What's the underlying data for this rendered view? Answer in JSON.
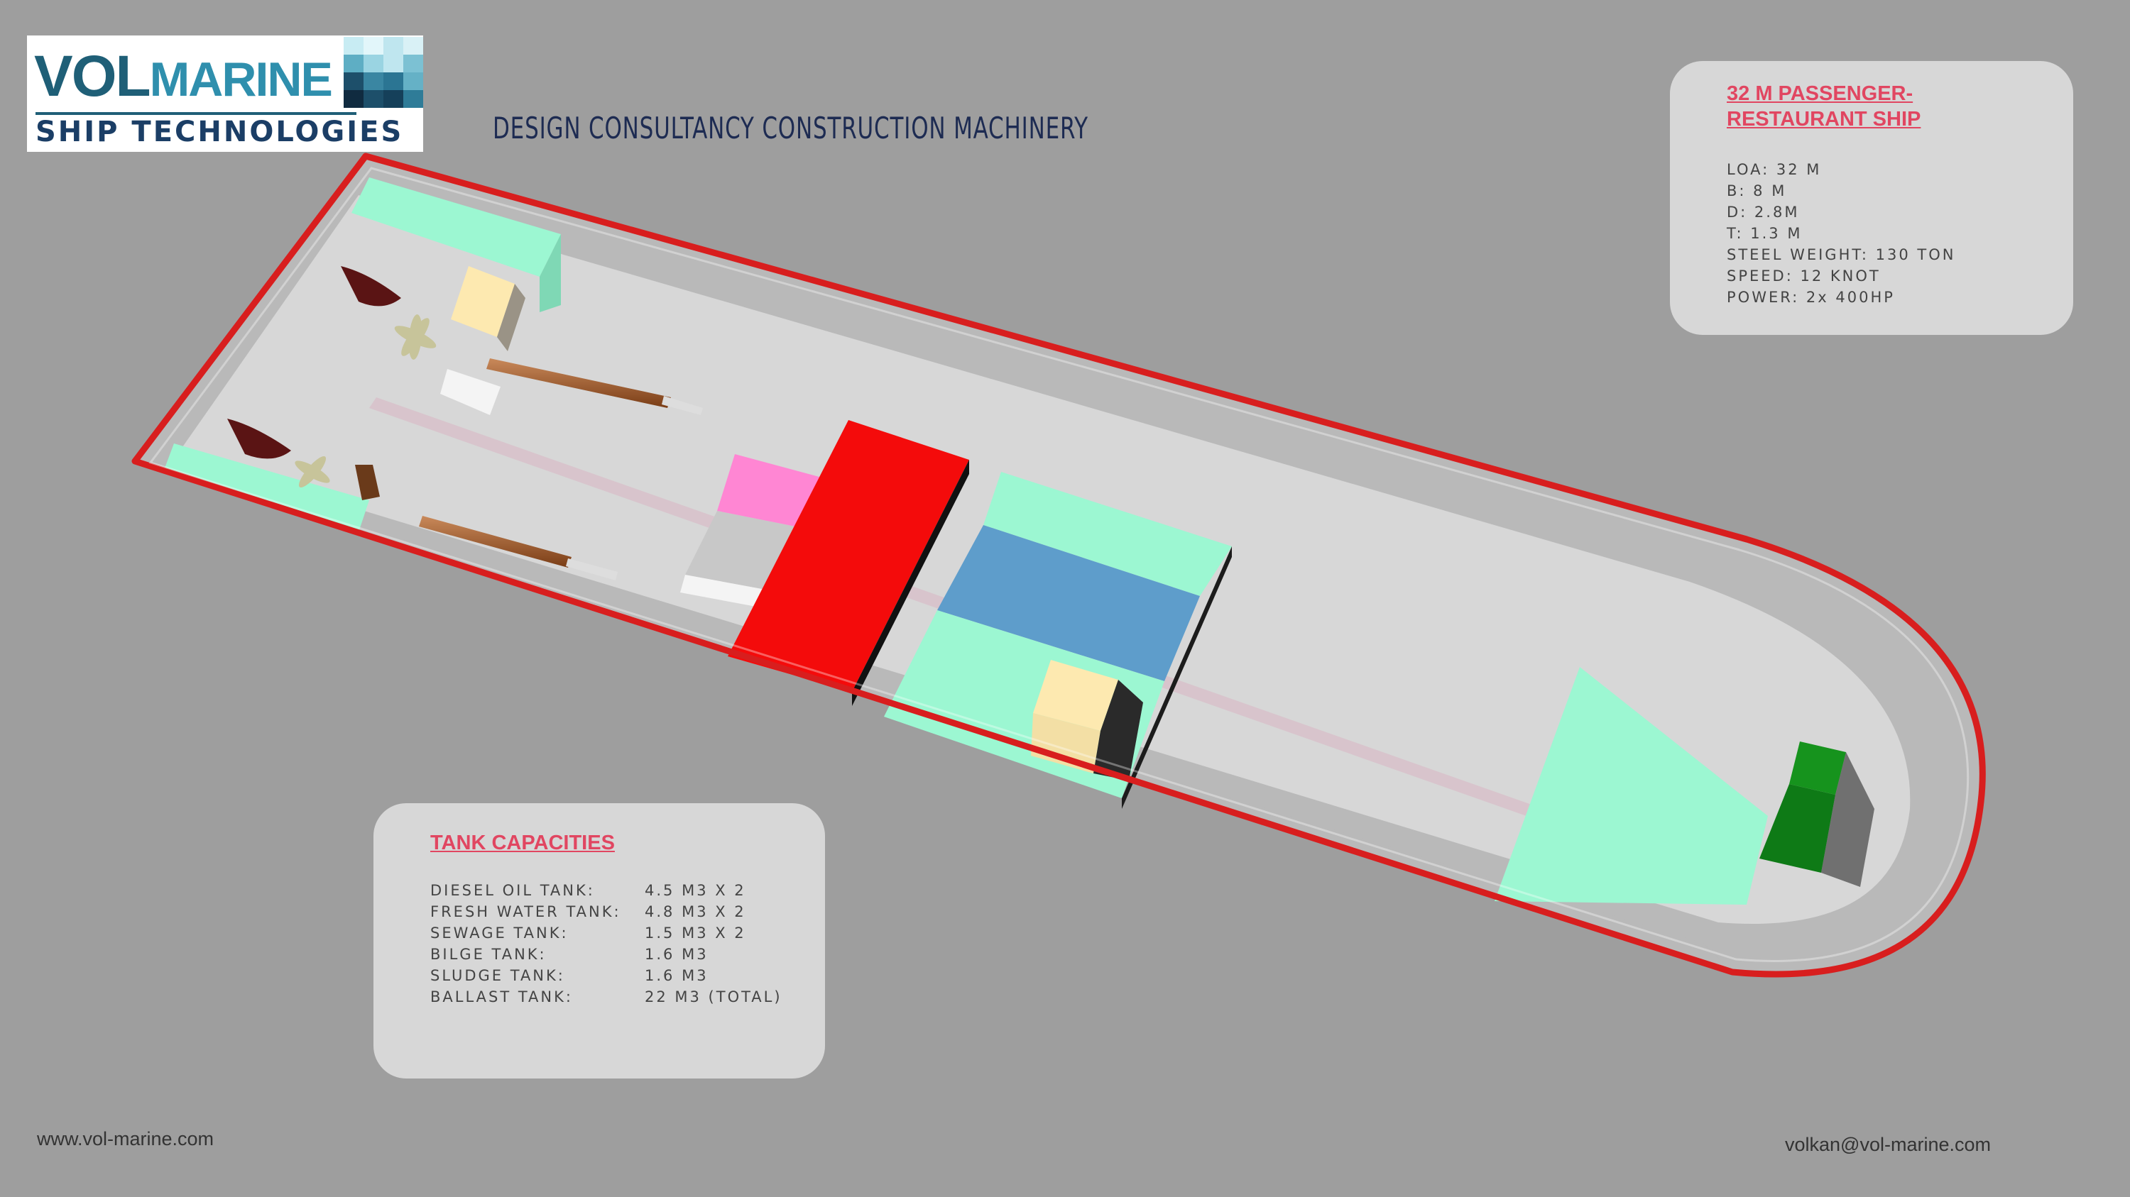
{
  "brand": {
    "name_part_a": "VOL",
    "name_part_b": "MARINE",
    "tagline": "SHIP TECHNOLOGIES",
    "services": "DESIGN  CONSULTANCY  CONSTRUCTION  MACHINERY"
  },
  "specs": {
    "title": "32 M PASSENGER-RESTAURANT SHIP",
    "lines": [
      "LOA: 32 M",
      "B: 8 M",
      "D: 2.8M",
      "T: 1.3 M",
      "STEEL WEIGHT: 130 TON",
      "SPEED: 12 KNOT",
      "POWER: 2x 400HP"
    ]
  },
  "tanks": {
    "title": "TANK CAPACITIES",
    "rows": [
      {
        "name": "DIESEL OIL TANK:",
        "value": "4.5 M3 X 2"
      },
      {
        "name": "FRESH WATER TANK:",
        "value": "4.8 M3 X 2"
      },
      {
        "name": "SEWAGE TANK:",
        "value": "1.5 M3 X 2"
      },
      {
        "name": "BILGE TANK:",
        "value": "1.6 M3"
      },
      {
        "name": "SLUDGE TANK:",
        "value": "1.6 M3"
      },
      {
        "name": "BALLAST TANK:",
        "value": "22 M3 (TOTAL)"
      }
    ]
  },
  "footer": {
    "website": "www.vol-marine.com",
    "email": "volkan@vol-marine.com"
  },
  "colors": {
    "background": "#9e9e9e",
    "hull_outline": "#d81e1e",
    "title_accent": "#e14661",
    "diesel_tank": "#f40b0b",
    "fresh_water_tank": "#5e9dcb",
    "ballast_tank": "#9cf7d2",
    "sewage_tank": "#ff86d3",
    "generator": "#fde9b0",
    "bow_thruster": "#0e7a16"
  }
}
